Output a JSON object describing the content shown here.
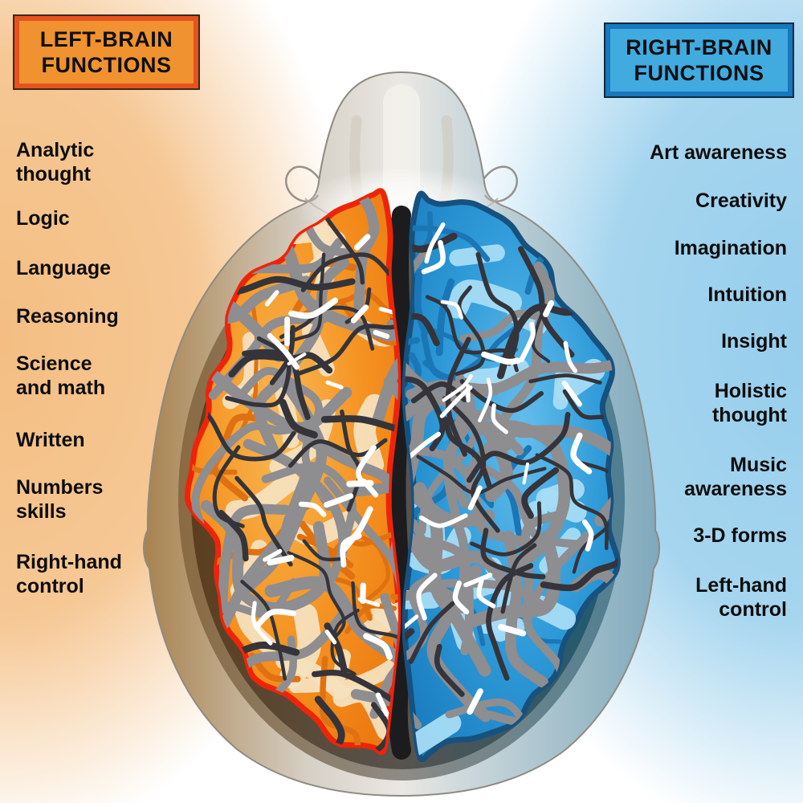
{
  "headers": {
    "left": "LEFT-BRAIN\nFUNCTIONS",
    "right": "RIGHT-BRAIN\nFUNCTIONS"
  },
  "left_functions": [
    "Analytic\nthought",
    "Logic",
    "Language",
    "Reasoning",
    "Science\nand math",
    "Written",
    "Numbers\nskills",
    "Right-hand\ncontrol"
  ],
  "right_functions": [
    "Art awareness",
    "Creativity",
    "Imagination",
    "Intuition",
    "Insight",
    "Holistic\nthought",
    "Music\nawareness",
    "3-D forms",
    "Left-hand\ncontrol"
  ],
  "theme": {
    "left_box_fill": "#f0922f",
    "left_box_border": "#e8521e",
    "right_box_fill": "#41aadf",
    "right_box_border": "#1778be",
    "text_color": "#0d0d0d"
  },
  "brain": {
    "left_hemisphere_color": "#f59322",
    "left_outline_color": "#ee2409",
    "left_patch_color": "#f5e0be",
    "left_fold_color": "#e07110",
    "right_hemisphere_color": "#2e9ad8",
    "right_outline_color": "#17517e",
    "right_patch_color": "#a6dcf6",
    "right_fold_color": "#1b76b6",
    "sulci_gray": "#8e8d90",
    "sulci_dark": "#34343a",
    "highlight": "#ffffff"
  }
}
